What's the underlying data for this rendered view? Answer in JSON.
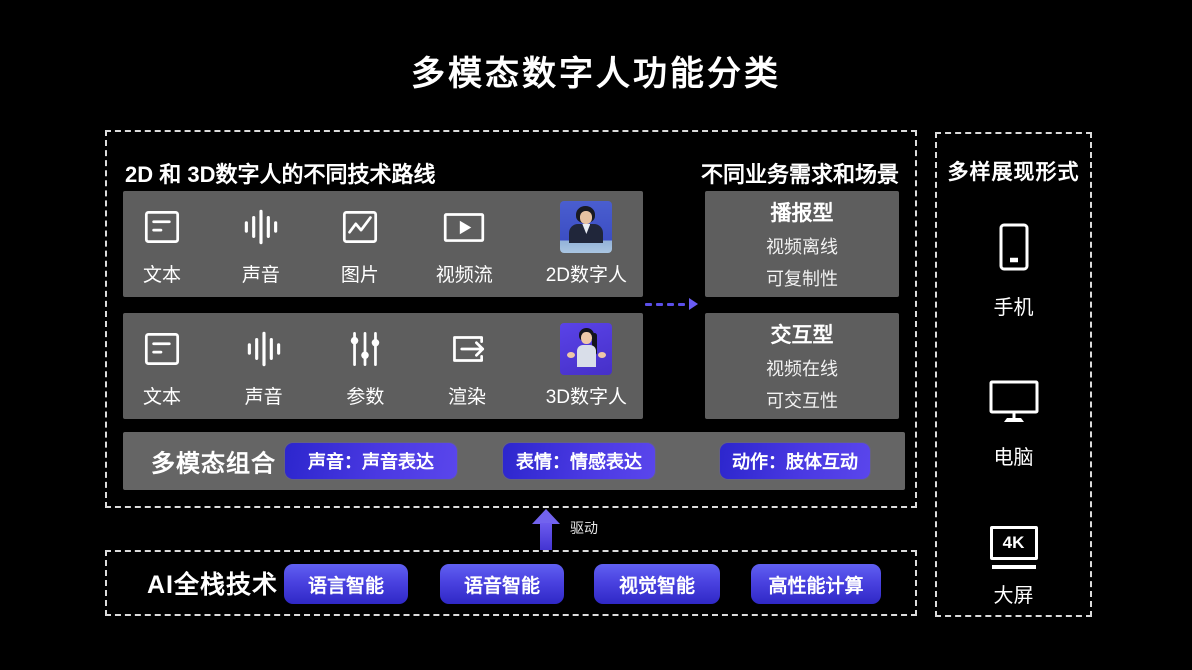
{
  "title": "多模态数字人功能分类",
  "main_panel": {
    "left_header": "2D 和 3D数字人的不同技术路线",
    "right_header": "不同业务需求和场景",
    "row_2d": {
      "items": [
        {
          "icon": "text-icon",
          "label": "文本"
        },
        {
          "icon": "sound-icon",
          "label": "声音"
        },
        {
          "icon": "image-icon",
          "label": "图片"
        },
        {
          "icon": "video-stream-icon",
          "label": "视频流"
        },
        {
          "icon": "2d-digital-human-avatar",
          "label": "2D数字人"
        }
      ]
    },
    "row_3d": {
      "items": [
        {
          "icon": "text-icon",
          "label": "文本"
        },
        {
          "icon": "sound-icon",
          "label": "声音"
        },
        {
          "icon": "parameters-icon",
          "label": "参数"
        },
        {
          "icon": "render-icon",
          "label": "渲染"
        },
        {
          "icon": "3d-digital-human-avatar",
          "label": "3D数字人"
        }
      ]
    },
    "scenario_broadcast": {
      "title": "播报型",
      "line1": "视频离线",
      "line2": "可复制性"
    },
    "scenario_interactive": {
      "title": "交互型",
      "line1": "视频在线",
      "line2": "可交互性"
    },
    "multimodal": {
      "label": "多模态组合",
      "buttons": [
        "声音：声音表达",
        "表情：情感表达",
        "动作：肢体互动"
      ]
    }
  },
  "drive_arrow_label": "驱动",
  "bottom_panel": {
    "label": "AI全栈技术",
    "buttons": [
      "语言智能",
      "语音智能",
      "视觉智能",
      "高性能计算"
    ]
  },
  "right_panel": {
    "title": "多样展现形式",
    "items": [
      {
        "icon": "phone-icon",
        "label": "手机"
      },
      {
        "icon": "monitor-icon",
        "label": "电脑"
      },
      {
        "icon": "screen-4k-icon",
        "label": "大屏",
        "badge": "4K"
      }
    ]
  },
  "colors": {
    "background": "#000000",
    "panel_border": "#dcdcdc",
    "gray_box": "#5e5e5e",
    "button_blue_start": "#2c26cd",
    "button_blue_end": "#5a46ec",
    "arrow_purple": "#6a5cf5",
    "avatar_2d_bg": "#3c4ec4",
    "avatar_3d_bg": "#4f38d8"
  }
}
